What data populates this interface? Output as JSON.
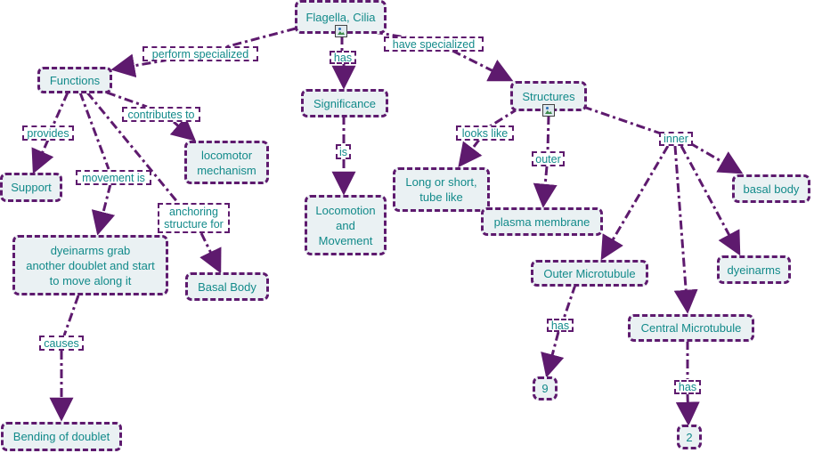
{
  "colors": {
    "line": "#5e1a6e",
    "text": "#128a8a",
    "node_fill": "#eaf1f3"
  },
  "nodes": {
    "flagella": "Flagella, Cilia",
    "functions": "Functions",
    "significance": "Significance",
    "structures": "Structures",
    "support": "Support",
    "locomotor": "locomotor\nmechanism",
    "dyeinarms_grab": "dyeinarms grab\nanother doublet and start\nto move along it",
    "basal_body_lower": "Basal Body",
    "bending": "Bending of doublet",
    "locomotion": "Locomotion\nand\nMovement",
    "long_short": "Long or short,\ntube like",
    "plasma_membrane": "plasma membrane",
    "basal_body": "basal body",
    "outer_microtubule": "Outer Microtubule",
    "dyeinarms": "dyeinarms",
    "central_microtubule": "Central Microtubule",
    "nine": "9",
    "two": "2"
  },
  "links": {
    "perform_specialized": "perform specialized",
    "has_significance": "has",
    "have_specialized": "have specialized",
    "provides": "provides",
    "contributes_to": "contributes to",
    "movement_is": "movement is",
    "anchoring_structure_for": "anchoring\nstructure for",
    "causes": "causes",
    "is": "is",
    "looks_like": "looks like",
    "outer": "outer",
    "inner": "inner",
    "has_outer": "has",
    "has_central": "has"
  },
  "icons": [
    "image-icon",
    "image-icon"
  ]
}
